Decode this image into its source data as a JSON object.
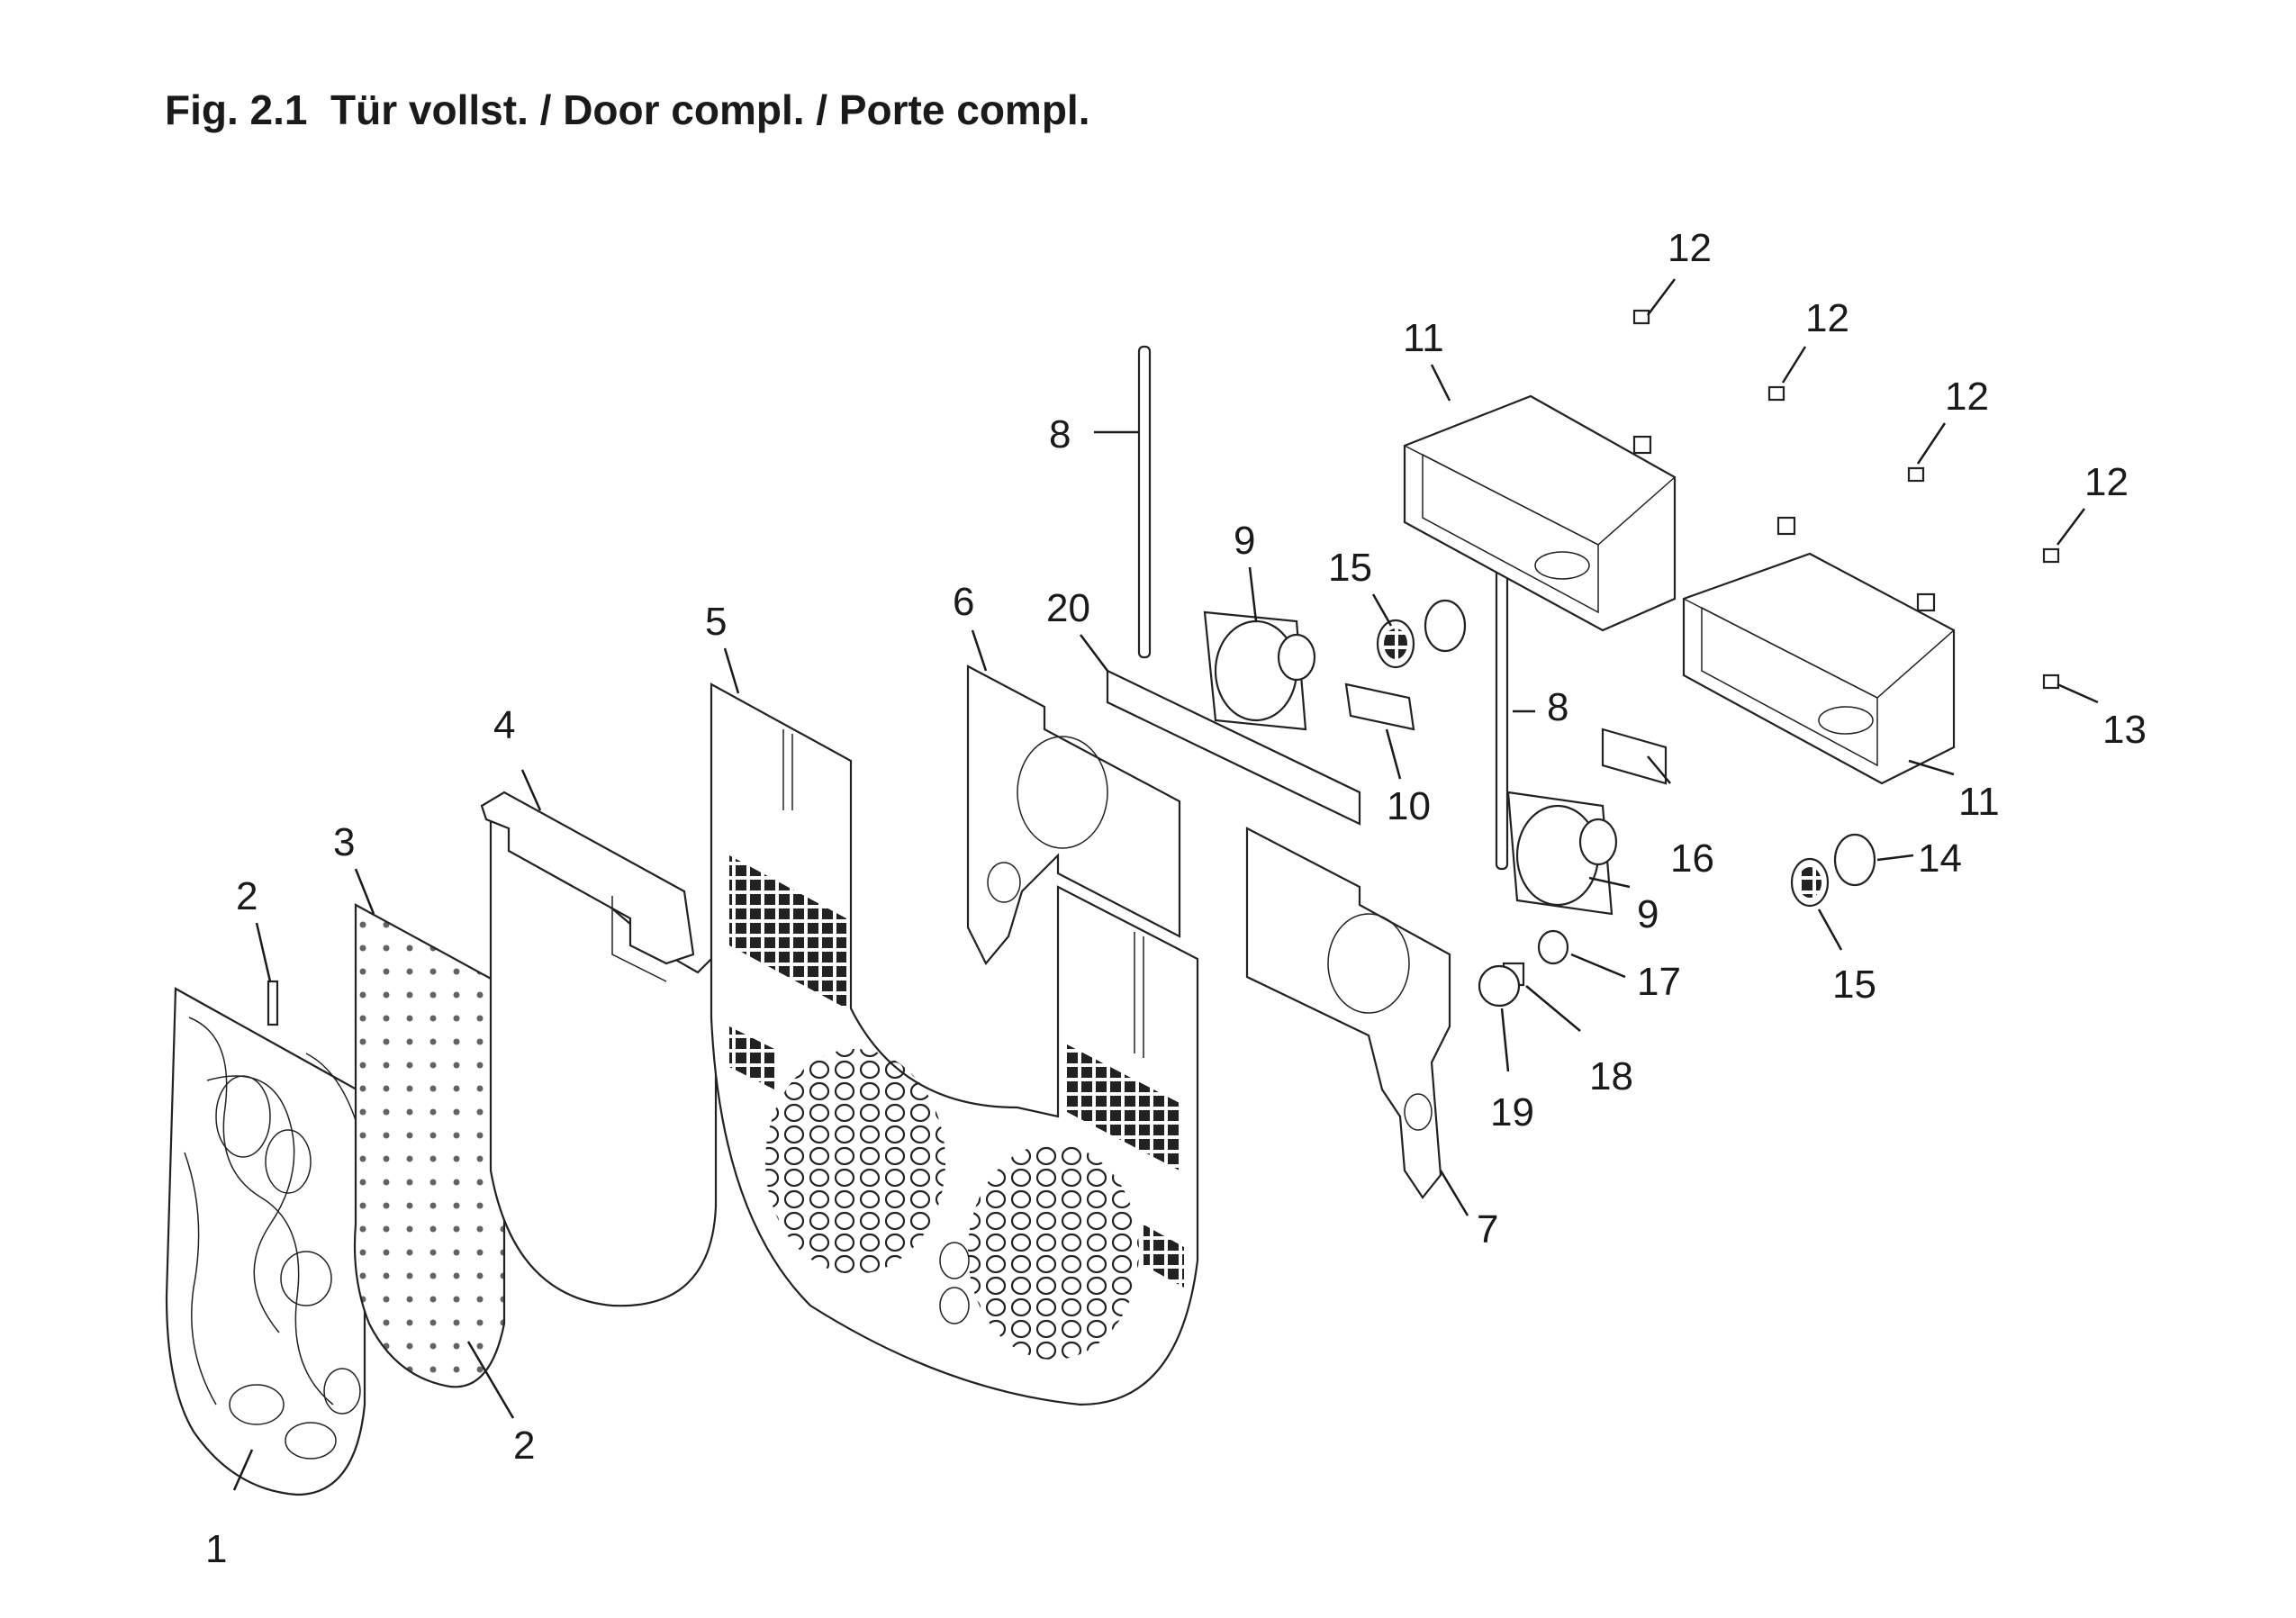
{
  "figure": {
    "title": "Fig. 2.1  Tür vollst. / Door compl. / Porte compl."
  },
  "callouts": [
    {
      "id": "c1",
      "text": "1"
    },
    {
      "id": "c2a",
      "text": "2"
    },
    {
      "id": "c2b",
      "text": "2"
    },
    {
      "id": "c3",
      "text": "3"
    },
    {
      "id": "c4",
      "text": "4"
    },
    {
      "id": "c5",
      "text": "5"
    },
    {
      "id": "c6",
      "text": "6"
    },
    {
      "id": "c7",
      "text": "7"
    },
    {
      "id": "c8a",
      "text": "8"
    },
    {
      "id": "c8b",
      "text": "8"
    },
    {
      "id": "c9a",
      "text": "9"
    },
    {
      "id": "c9b",
      "text": "9"
    },
    {
      "id": "c10",
      "text": "10"
    },
    {
      "id": "c11a",
      "text": "11"
    },
    {
      "id": "c11b",
      "text": "11"
    },
    {
      "id": "c12a",
      "text": "12"
    },
    {
      "id": "c12b",
      "text": "12"
    },
    {
      "id": "c12c",
      "text": "12"
    },
    {
      "id": "c12d",
      "text": "12"
    },
    {
      "id": "c13",
      "text": "13"
    },
    {
      "id": "c14",
      "text": "14"
    },
    {
      "id": "c15a",
      "text": "15"
    },
    {
      "id": "c15b",
      "text": "15"
    },
    {
      "id": "c16",
      "text": "16"
    },
    {
      "id": "c17",
      "text": "17"
    },
    {
      "id": "c18",
      "text": "18"
    },
    {
      "id": "c19",
      "text": "19"
    },
    {
      "id": "c20",
      "text": "20"
    }
  ]
}
